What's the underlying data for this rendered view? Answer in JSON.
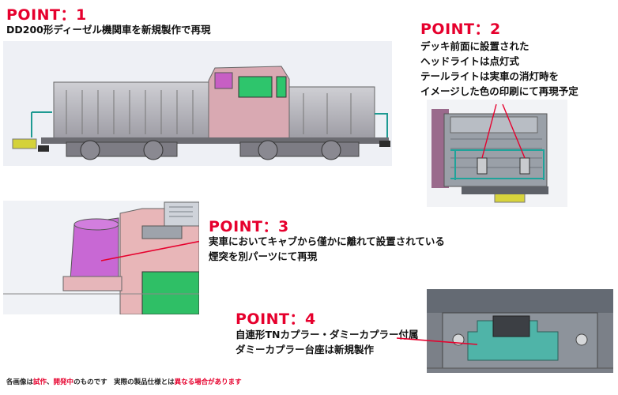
{
  "points": [
    {
      "title": "POINT：1",
      "lines": [
        "DD200形ディーゼル機関車を新規製作で再現"
      ]
    },
    {
      "title": "POINT：2",
      "lines": [
        "デッキ前面に設置された",
        "ヘッドライトは点灯式",
        "テールライトは実車の消灯時を",
        "イメージした色の印刷にて再現予定"
      ]
    },
    {
      "title": "POINT：3",
      "lines": [
        "実車においてキャブから僅かに離れて設置されている",
        "煙突を別パーツにて再現"
      ]
    },
    {
      "title": "POINT：4",
      "lines": [
        "自連形TNカプラー・ダミーカプラー付属",
        "ダミーカプラー台座は新規製作"
      ]
    }
  ],
  "footer": {
    "prefix": "各画像は",
    "red1": "試作",
    "sep": "、",
    "red2": "開発中",
    "mid": "のものです　実際の製品仕様とは",
    "red3": "異なる場合があります"
  },
  "colors": {
    "accent": "#e6002d"
  }
}
